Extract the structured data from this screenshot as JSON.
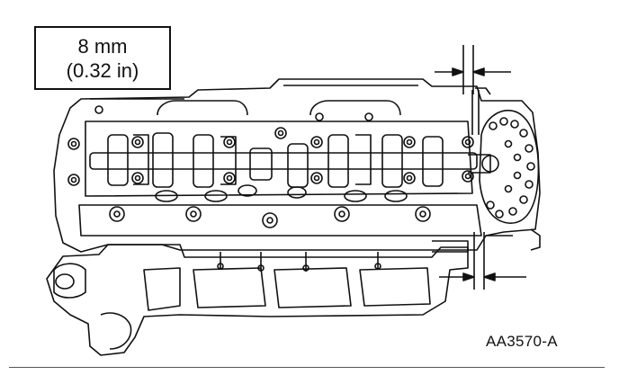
{
  "callout": {
    "metric": "8 mm",
    "imperial": "(0.32 in)"
  },
  "figure_id": "AA3570-A",
  "colors": {
    "line": "#111111",
    "background": "#ffffff"
  },
  "icons": {
    "dimension_arrow": "dimension-arrow-icon",
    "bolt": "bolt-icon"
  }
}
